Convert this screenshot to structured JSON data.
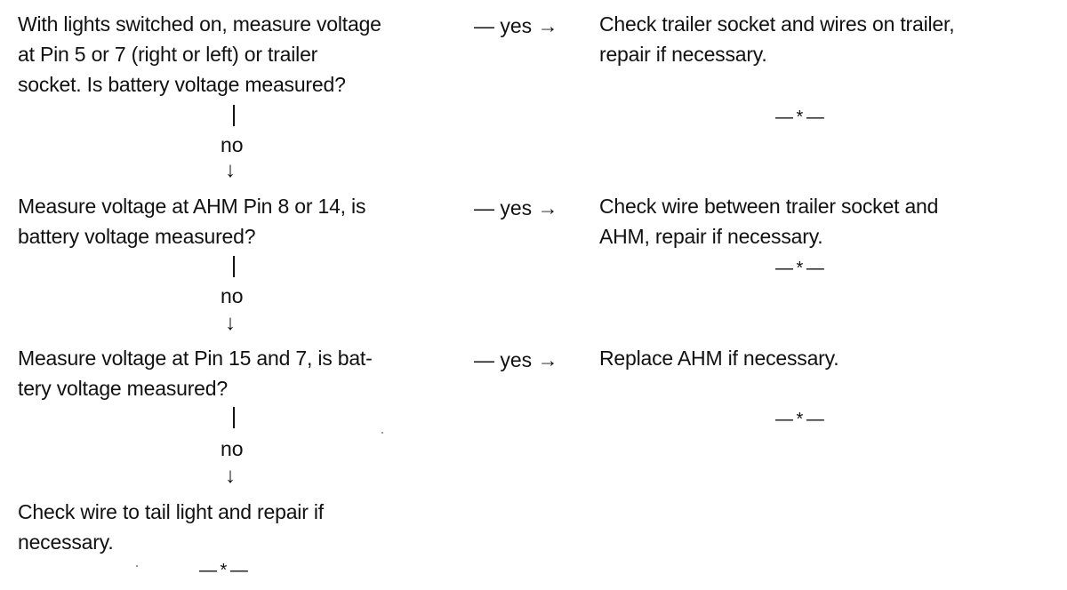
{
  "connector": {
    "yes_label": "— yes →",
    "no_label": "no",
    "down_arrow": "↓",
    "end_marker": "— * —"
  },
  "steps": [
    {
      "question": "With lights switched on, measure voltage\nat Pin 5 or 7 (right or left) or trailer\nsocket. Is battery voltage measured?",
      "yes_action": "Check trailer socket and wires on trailer,\nrepair if necessary."
    },
    {
      "question": "Measure voltage at AHM Pin 8 or 14, is\nbattery voltage measured?",
      "yes_action": "Check wire between trailer socket and\nAHM, repair if necessary."
    },
    {
      "question": "Measure voltage at Pin 15 and 7, is bat-\ntery voltage measured?",
      "yes_action": "Replace AHM if necessary."
    }
  ],
  "final_action": "Check wire to tail light and repair if\nnecessary."
}
